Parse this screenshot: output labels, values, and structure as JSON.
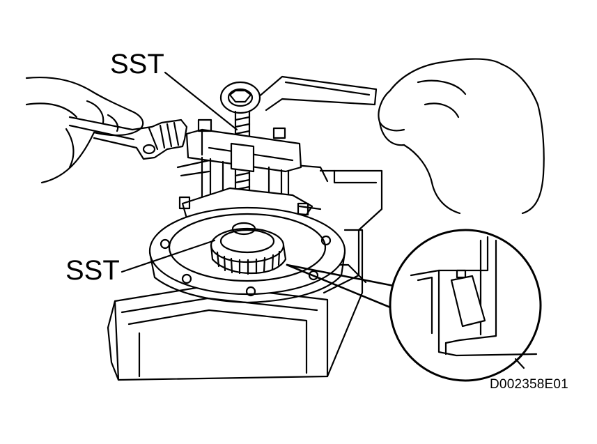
{
  "labels": {
    "sst_upper": "SST",
    "sst_lower": "SST"
  },
  "figure_code": "D002358E01",
  "colors": {
    "ink": "#000000",
    "paper": "#ffffff"
  },
  "icons": {
    "detail_callout": "magnified-bearing-seat-detail",
    "tool": "bearing-puller-sst"
  }
}
